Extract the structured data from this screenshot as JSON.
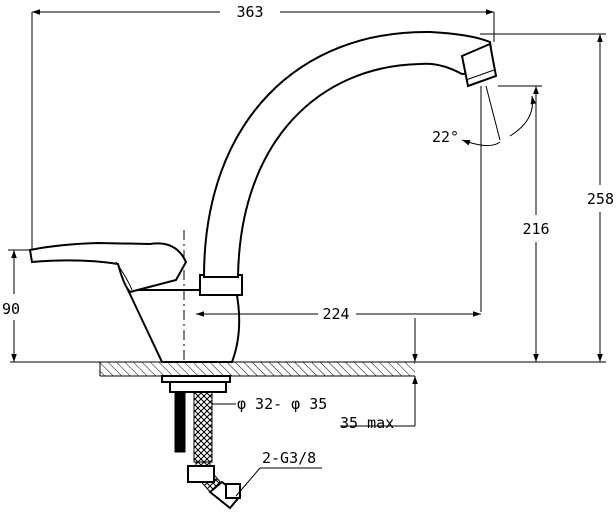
{
  "dimensions": {
    "overall_length": "363",
    "overall_height": "258",
    "spout_height": "216",
    "spout_reach": "224",
    "lever_height": "90",
    "swivel_angle": "22°",
    "hole_diameter": "φ 32- φ 35",
    "max_thickness": "35 max",
    "hose_connection": "2-G3/8"
  }
}
